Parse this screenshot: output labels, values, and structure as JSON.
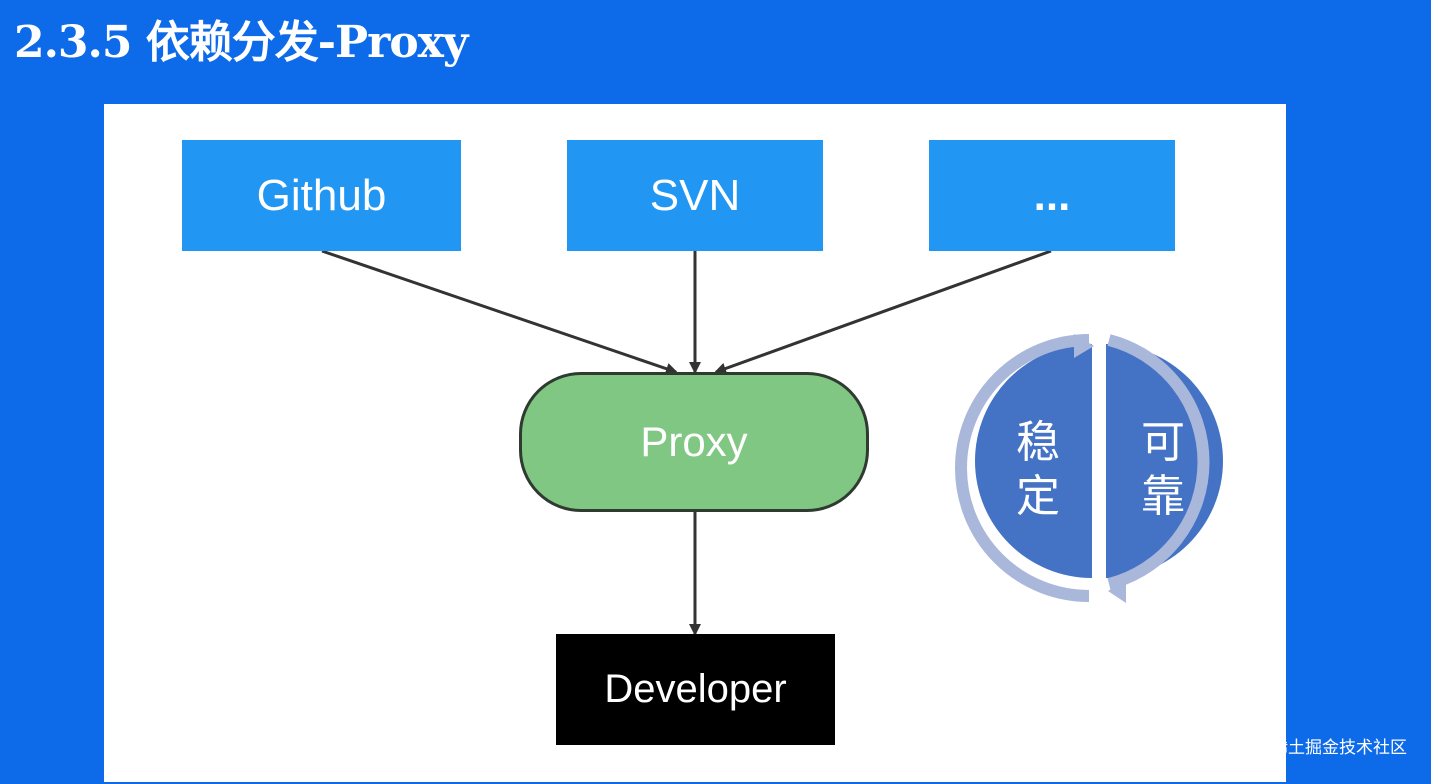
{
  "title": "2.3.5 依赖分发-Proxy",
  "diagram": {
    "sources": [
      {
        "label": "Github"
      },
      {
        "label": "SVN"
      },
      {
        "label": "..."
      }
    ],
    "hub": {
      "label": "Proxy"
    },
    "consumer": {
      "label": "Developer"
    },
    "cycle": {
      "left": {
        "line1": "稳",
        "line2": "定"
      },
      "right": {
        "line1": "可",
        "line2": "靠"
      }
    },
    "colors": {
      "background": "#0d6ae8",
      "source_box": "#2196f3",
      "proxy_fill": "#81c784",
      "developer_box": "#000000",
      "cycle_fill": "#4472c4",
      "cycle_ring": "#a9b7db"
    }
  },
  "footer": {
    "text": "@稀土掘金技术社区"
  }
}
